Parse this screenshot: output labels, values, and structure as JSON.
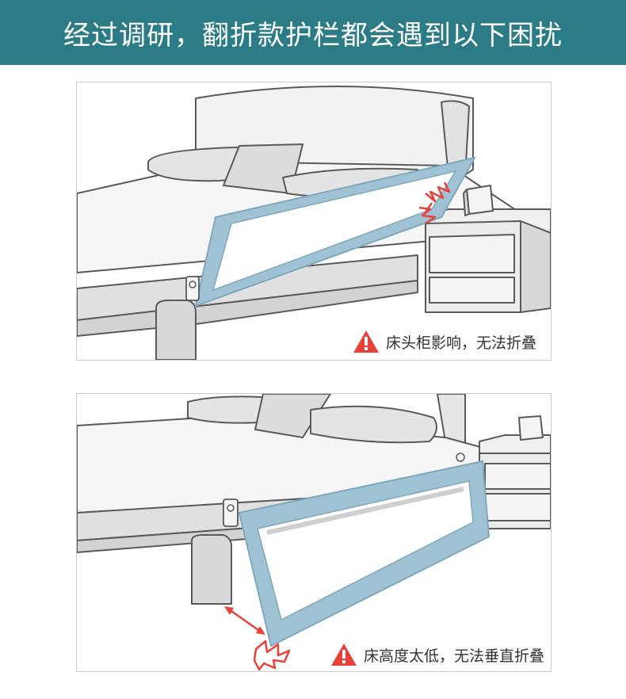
{
  "header": {
    "title": "经过调研，翻折款护栏都会遇到以下困扰"
  },
  "panels": [
    {
      "caption": "床头柜影响，无法折叠",
      "icon": "warning-icon",
      "issue_icon": "collision-burst-icon"
    },
    {
      "caption": "床高度太低，无法垂直折叠",
      "icon": "warning-icon",
      "issue_icon": "collision-burst-icon"
    }
  ],
  "colors": {
    "banner": "#2b7c86",
    "rail": "#9fc3d4",
    "rail_edge": "#7fa8bb",
    "warning": "#e8413a",
    "line": "#5a5a5a",
    "fill": "#ebebeb"
  }
}
